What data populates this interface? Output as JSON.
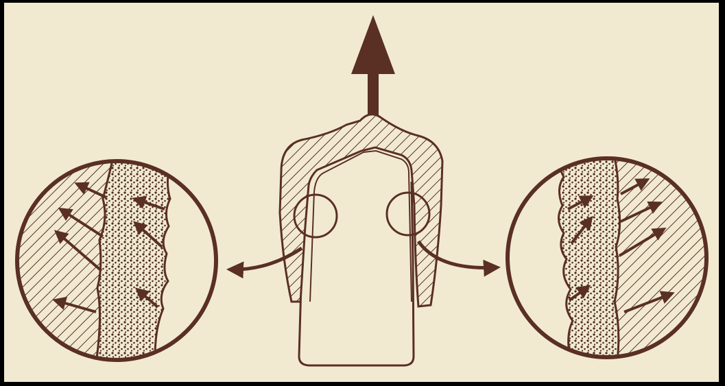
{
  "figure": {
    "colors": {
      "paper": "#f1ead1",
      "ink": "#5a2f24",
      "frame": "#000000"
    },
    "parts": {
      "pull_arrow": "upward-pull-arrow",
      "tooth": "tooth-crown-outline",
      "crown_cap": "hatched-crown-layer",
      "left_detail": "left-magnified-interface",
      "right_detail": "right-magnified-interface"
    }
  }
}
